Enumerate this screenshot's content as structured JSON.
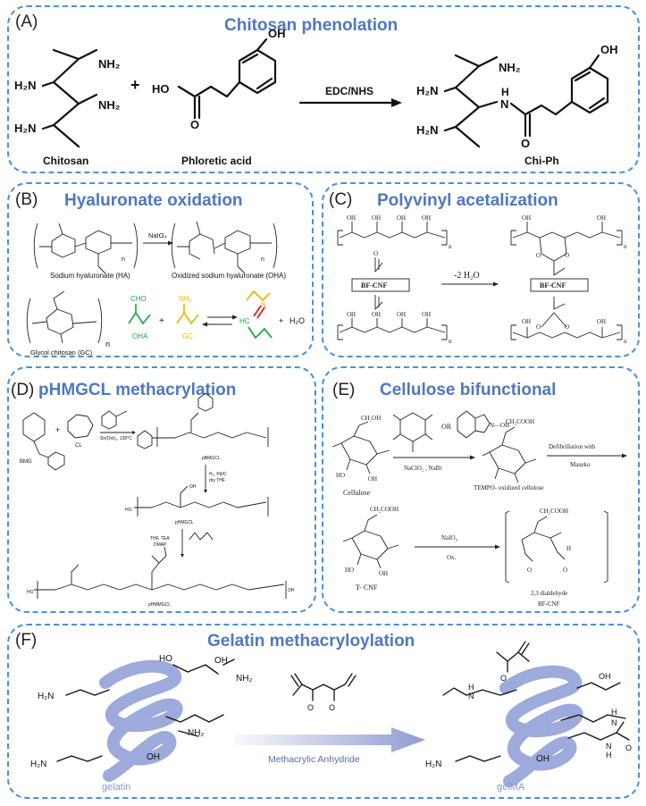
{
  "panels": {
    "a": {
      "label": "(A)",
      "title": "Chitosan phenolation",
      "labels": {
        "nh2": "NH₂",
        "h2n": "H₂N",
        "oh": "OH",
        "ho": "HO",
        "o": "O",
        "h": "H",
        "n": "N",
        "plus": "+",
        "reagent": "EDC/NHS",
        "chitosan": "Chitosan",
        "phloretic": "Phloretic acid",
        "product": "Chi-Ph"
      }
    },
    "b": {
      "label": "(B)",
      "title": "Hyaluronate oxidation",
      "labels": {
        "ha": "Sodium hyaluronate (HA)",
        "oha": "Oxidized sodium hyaluronate (OHA)",
        "naio4": "NaIO₄",
        "gc": "Glycol chitosan (GC)",
        "oha_short": "OHA",
        "gc_short": "GC",
        "cho": "CHO",
        "nh2": "NH₂",
        "hc": "HC",
        "n": "N",
        "water": "H₂O",
        "n_sub": "n",
        "plus": "+"
      }
    },
    "c": {
      "label": "(C)",
      "title": "Polyvinyl acetalization",
      "labels": {
        "bfcnf": "BF-CNF",
        "water": "-2 H₂O",
        "oh": "OH",
        "o": "O",
        "n": "n"
      }
    },
    "d": {
      "label": "(D)",
      "title": "pHMGCL  methacrylation",
      "labels": {
        "bmg": "BMG",
        "cl": "CL",
        "cat": "Sn(Oct)₂, 130°C",
        "pbmgcl": "pBMGCL",
        "hyd1": "H₂, Pd/C",
        "hyd2": "dry THF",
        "phmgcl": "pHMGCL",
        "tea1": "THF, TEA",
        "tea2": "DMAP",
        "phmmgcl": "pHMMGCL",
        "ho": "HO",
        "oh": "OH",
        "plus": "+"
      }
    },
    "e": {
      "label": "(E)",
      "title": "Cellulose bifunctional",
      "labels": {
        "cellulose": "Cellulose",
        "naclo2": "NaClO₂ , NaBr",
        "or": "OR",
        "nhoh": "N—OH",
        "tempo": "TEMPO- oxidized cellulose",
        "defib1": "Defibrillation with",
        "defib2": "Masuko",
        "tcnf": "T- CNF",
        "naio4": "NaIO₄",
        "ox": "Ox.",
        "dialdehyde": "2,3 dialdehyde",
        "bfcnf": "BF-CNF",
        "ch2oh": "CH₂OH",
        "ch2cooh": "CH₂COOH",
        "ho": "HO",
        "oh": "OH",
        "o": "O",
        "h": "H"
      }
    },
    "f": {
      "label": "(F)",
      "title": "Gelatin methacryloylation",
      "labels": {
        "arrow": "Methacrylic Anhydride",
        "gelatin": "gelatin",
        "gelma": "gelMA",
        "h2n": "H₂N",
        "nh2": "NH₂",
        "oh": "OH",
        "ho": "HO",
        "h": "H",
        "n": "N",
        "o": "O"
      }
    }
  },
  "colors": {
    "border": "#4a90d6",
    "title": "#4f78bf",
    "helix": "#8c9bd6",
    "arrow": "#8a96cf",
    "green": "#1aa54b",
    "yellow": "#e8b400",
    "red": "#e02020"
  }
}
